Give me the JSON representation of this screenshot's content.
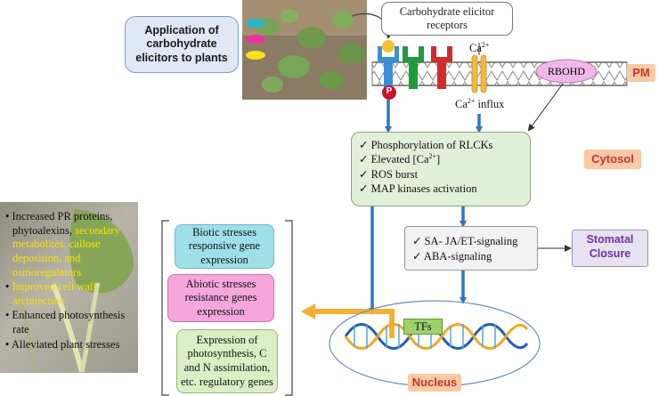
{
  "application_label": "Application of carbohydrate elicitors to plants",
  "receptors_label": "Carbohydrate elicitor receptors",
  "ca_top": {
    "base": "Ca",
    "sup": "2+"
  },
  "ca_influx": {
    "base": "Ca",
    "sup": "2+",
    "rest": " influx"
  },
  "rbohd_label": "RBOHD",
  "pm_label": "PM",
  "cytosol_label": "Cytosol",
  "p_label": "P",
  "cytosol_events": [
    {
      "check": "✓",
      "text": "Phosphorylation of RLCKs"
    },
    {
      "check": "✓",
      "text": "Elevated [Ca",
      "sup": "2+",
      "after": "]"
    },
    {
      "check": "✓",
      "text": "ROS burst"
    },
    {
      "check": "✓",
      "text": "MAP kinases activation"
    }
  ],
  "signaling": [
    {
      "check": "✓",
      "text": "SA- JA/ET-signaling"
    },
    {
      "check": "✓",
      "text": "ABA-signaling"
    }
  ],
  "stomatal_label": "Stomatal Closure",
  "responses": [
    "Biotic stresses responsive gene expression",
    "Abiotic stresses resistance genes expression",
    "Expression of photosynthesis, C and N assimilation, etc. regulatory genes"
  ],
  "tfs_label": "TFs",
  "nucleus_label": "Nucleus",
  "outcomes": [
    {
      "bullet": "•",
      "parts": [
        {
          "text": "Increased PR proteins, phytoalexins, ",
          "color": "#111111"
        },
        {
          "text": "secondary metabolites, callose deposition, and osmoregulators",
          "color": "#f5e10a"
        }
      ]
    },
    {
      "bullet": "•",
      "parts": [
        {
          "text": "Improved cell wall architecture",
          "color": "#f5e10a"
        }
      ]
    },
    {
      "bullet": "•",
      "parts": [
        {
          "text": "Enhanced photosynthesis rate",
          "color": "#111111"
        }
      ]
    },
    {
      "bullet": "•",
      "parts": [
        {
          "text": "Alleviated plant stresses",
          "color": "#111111"
        }
      ]
    }
  ],
  "colors": {
    "arrow_blue": "#2e75c6",
    "arrow_orange": "#f2b134",
    "receptor_blue": "#3c8fd4",
    "receptor_green": "#1f9a3c",
    "receptor_red": "#d22b2b",
    "channel": "#f4b942",
    "rbohd": "#efb8e6",
    "p_circle": "#c4122f",
    "dna_blue": "#1f5fb4",
    "dna_orange": "#f5a623"
  }
}
